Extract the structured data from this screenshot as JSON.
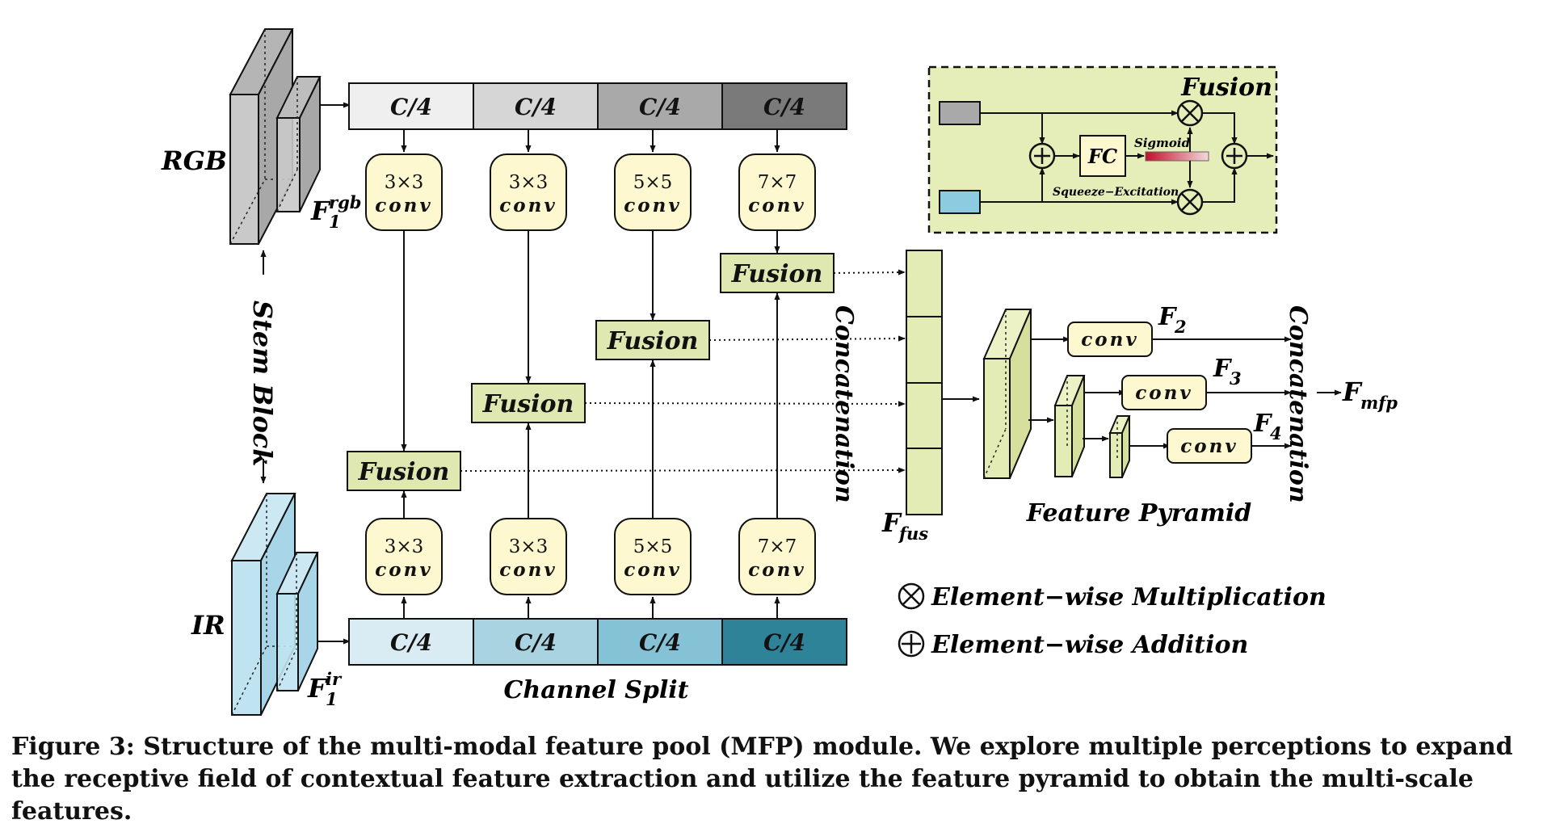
{
  "labels": {
    "rgb": "RGB",
    "ir": "IR",
    "stem_block": "Stem Block",
    "channel_split": "Channel Split",
    "concatenation": "Concatenation",
    "feature_pyramid": "Feature Pyramid",
    "f1_rgb": {
      "base": "F",
      "sub": "1",
      "sup": "rgb"
    },
    "f1_ir": {
      "base": "F",
      "sub": "1",
      "sup": "ir"
    },
    "f_fus": {
      "base": "F",
      "sub": "fus"
    },
    "f_mfp": {
      "base": "F",
      "sub": "mfp"
    },
    "f2": {
      "base": "F",
      "sub": "2"
    },
    "f3": {
      "base": "F",
      "sub": "3"
    },
    "f4": {
      "base": "F",
      "sub": "4"
    }
  },
  "split_label": "C/4",
  "rgb_segment_colors": [
    "#efefef",
    "#d6d6d6",
    "#a9a9a9",
    "#7a7a7a"
  ],
  "ir_segment_colors": [
    "#d9ecf3",
    "#aad3e2",
    "#86c2d5",
    "#2f8399"
  ],
  "conv_blocks": [
    {
      "kernel": "3×3",
      "op": "conv"
    },
    {
      "kernel": "3×3",
      "op": "conv"
    },
    {
      "kernel": "5×5",
      "op": "conv"
    },
    {
      "kernel": "7×7",
      "op": "conv"
    }
  ],
  "fusion_label": "Fusion",
  "pyramid_conv_label": "conv",
  "inset": {
    "title": "Fusion",
    "fc": "FC",
    "sigmoid": "Sigmoid",
    "squeeze_excitation": "Squeeze−Excitation"
  },
  "legend": {
    "multiplication": "Element−wise Multiplication",
    "addition": "Element−wise Addition"
  },
  "colors": {
    "fusion_fill": "#dfe8b1",
    "conv_fill": "#fdf8cf",
    "inset_bg": "#e5edb8",
    "pyramid_fill": "#e3ecb4",
    "rgb_cube": "#c9c9c9",
    "ir_cube": "#bfe3f1"
  },
  "caption": "Figure 3: Structure of the multi-modal feature pool (MFP) module. We explore multiple perceptions to expand the receptive field of contextual feature extraction and utilize the feature pyramid to obtain the multi-scale features."
}
